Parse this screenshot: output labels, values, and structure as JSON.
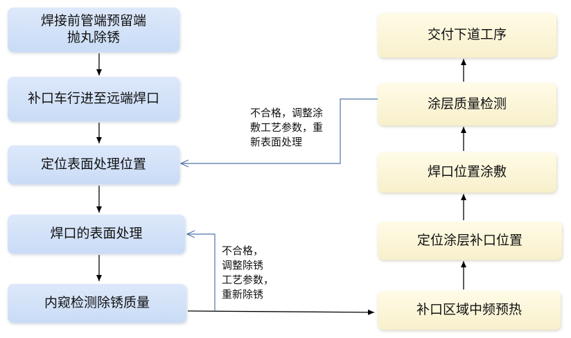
{
  "left_steps": [
    {
      "lines": [
        "焊接前管端预留端",
        "抛丸除锈"
      ]
    },
    {
      "lines": [
        "补口车行进至远端焊口"
      ]
    },
    {
      "lines": [
        "定位表面处理位置"
      ]
    },
    {
      "lines": [
        "焊口的表面处理"
      ]
    },
    {
      "lines": [
        "内窥检测除锈质量"
      ]
    }
  ],
  "right_steps": [
    {
      "lines": [
        "交付下道工序"
      ]
    },
    {
      "lines": [
        "涂层质量检测"
      ]
    },
    {
      "lines": [
        "焊口位置涂敷"
      ]
    },
    {
      "lines": [
        "定位涂层补口位置"
      ]
    },
    {
      "lines": [
        "补口区域中频预热"
      ]
    }
  ],
  "notes": {
    "coating_fail": [
      "不合格，调整涂",
      "敷工艺参数，重",
      "新表面处理"
    ],
    "rust_fail": [
      "不合格，",
      "调整除锈",
      "工艺参数，",
      "重新除锈"
    ]
  },
  "colors": {
    "left_box": "#c9dcf6",
    "right_box": "#f8f0cc",
    "feedback_line": "#4f73a8",
    "arrow": "#000000"
  }
}
